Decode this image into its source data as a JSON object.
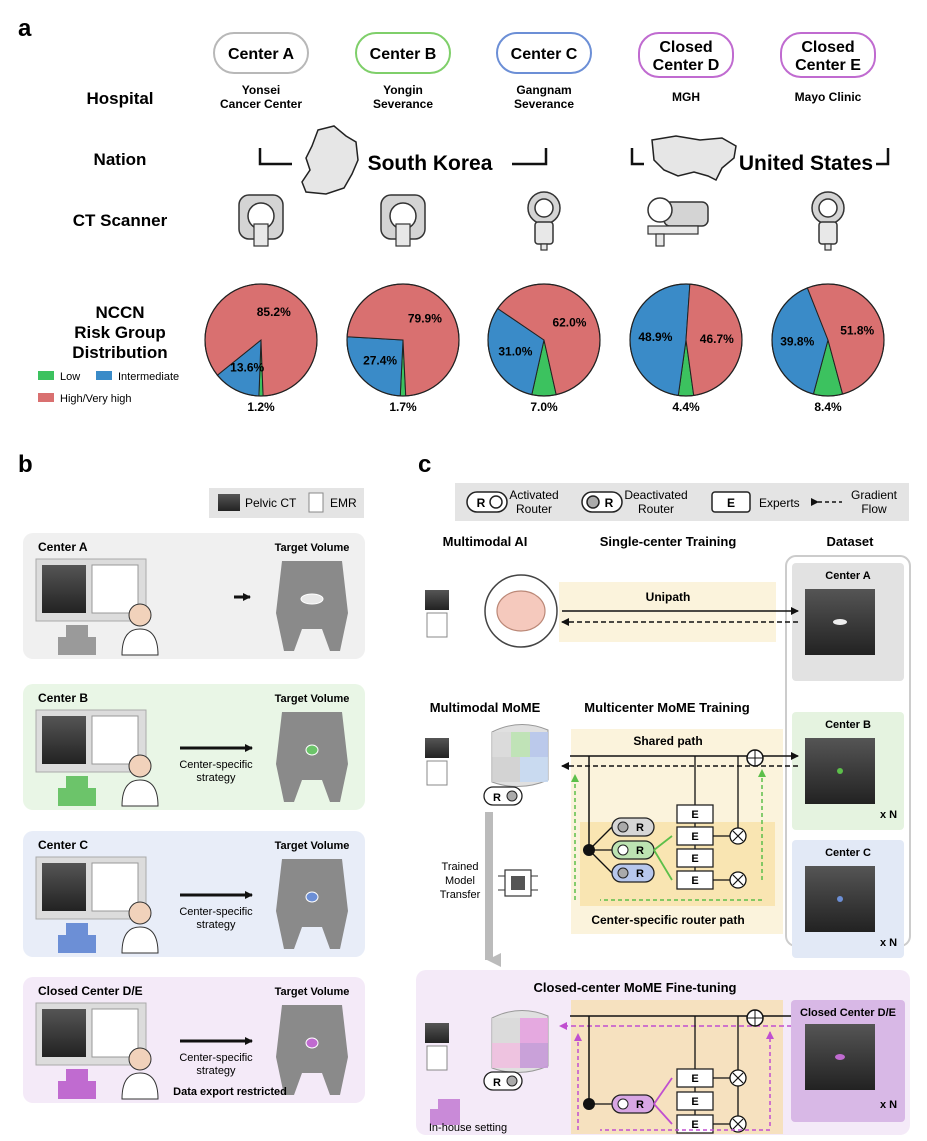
{
  "panel_a": {
    "label": "a",
    "row_labels": {
      "hospital": "Hospital",
      "nation": "Nation",
      "ct": "CT Scanner",
      "nccn": [
        "NCCN",
        "Risk Group",
        "Distribution"
      ]
    },
    "centers": [
      {
        "badge": [
          "Center A"
        ],
        "hospital": [
          "Yonsei",
          "Cancer Center"
        ],
        "color": "#b8b8b8"
      },
      {
        "badge": [
          "Center B"
        ],
        "hospital": [
          "Yongin",
          "Severance"
        ],
        "color": "#7fcf6a"
      },
      {
        "badge": [
          "Center C"
        ],
        "hospital": [
          "Gangnam",
          "Severance"
        ],
        "color": "#6c8fd6"
      },
      {
        "badge": [
          "Closed",
          "Center D"
        ],
        "hospital": [
          "MGH"
        ],
        "color": "#c06bd0"
      },
      {
        "badge": [
          "Closed",
          "Center E"
        ],
        "hospital": [
          "Mayo Clinic"
        ],
        "color": "#c06bd0"
      }
    ],
    "nations": [
      "South Korea",
      "United States"
    ],
    "legend": {
      "low": "Low",
      "intermediate": "Intermediate",
      "high": "High/Very high"
    },
    "colors": {
      "low": "#3cc25f",
      "intermediate": "#3a8bc8",
      "high": "#d97070"
    }
  },
  "chart_data": {
    "type": "pie",
    "categories": [
      "Low",
      "Intermediate",
      "High/Very high"
    ],
    "series": [
      {
        "name": "Center A",
        "values": [
          1.2,
          13.6,
          85.2
        ],
        "labels": [
          "1.2%",
          "13.6%",
          "85.2%"
        ]
      },
      {
        "name": "Center B",
        "values": [
          1.7,
          27.4,
          79.9
        ],
        "labels": [
          "1.7%",
          "27.4%",
          "79.9%"
        ]
      },
      {
        "name": "Center C",
        "values": [
          7.0,
          31.0,
          62.0
        ],
        "labels": [
          "7.0%",
          "31.0%",
          "62.0%"
        ]
      },
      {
        "name": "Closed Center D",
        "values": [
          4.4,
          48.9,
          46.7
        ],
        "labels": [
          "4.4%",
          "48.9%",
          "46.7%"
        ]
      },
      {
        "name": "Closed Center E",
        "values": [
          8.4,
          39.8,
          51.8
        ],
        "labels": [
          "8.4%",
          "39.8%",
          "51.8%"
        ]
      }
    ]
  },
  "panel_b": {
    "label": "b",
    "legend": {
      "ct": "Pelvic CT",
      "emr": "EMR"
    },
    "boxes": [
      {
        "title": "Center A",
        "target": "Target Volume",
        "strategy": [],
        "bg": "#f0f0f0",
        "accent": "#9a9a9a",
        "note": ""
      },
      {
        "title": "Center B",
        "target": "Target Volume",
        "strategy": [
          "Center-specific",
          "strategy"
        ],
        "bg": "#e9f6e6",
        "accent": "#6cc46a",
        "note": ""
      },
      {
        "title": "Center C",
        "target": "Target Volume",
        "strategy": [
          "Center-specific",
          "strategy"
        ],
        "bg": "#e8edf8",
        "accent": "#6c8fd6",
        "note": ""
      },
      {
        "title": "Closed Center D/E",
        "target": "Target Volume",
        "strategy": [
          "Center-specific",
          "strategy"
        ],
        "bg": "#f4eaf8",
        "accent": "#c06bd0",
        "note": "Data export restricted"
      }
    ]
  },
  "panel_c": {
    "label": "c",
    "legend": {
      "activated": [
        "Activated",
        "Router"
      ],
      "deactivated": [
        "Deactivated",
        "Router"
      ],
      "experts": "Experts",
      "gradient": [
        "Gradient",
        "Flow"
      ],
      "r": "R",
      "e": "E"
    },
    "titles": {
      "mm_ai": "Multimodal AI",
      "single": "Single-center Training",
      "dataset": "Dataset",
      "mm_mome": "Multimodal MoME",
      "multi": "Multicenter MoME Training",
      "closed": "Closed-center MoME Fine-tuning"
    },
    "unipath": "Unipath",
    "shared_path": "Shared path",
    "router_path": "Center-specific router path",
    "transfer": [
      "Trained",
      "Model",
      "Transfer"
    ],
    "inhouse": "In-house setting",
    "datasets": [
      {
        "name": "Center A",
        "n": ""
      },
      {
        "name": "Center B",
        "n": "x N"
      },
      {
        "name": "Center C",
        "n": "x N"
      },
      {
        "name": "Closed Center D/E",
        "n": "x N"
      }
    ]
  }
}
